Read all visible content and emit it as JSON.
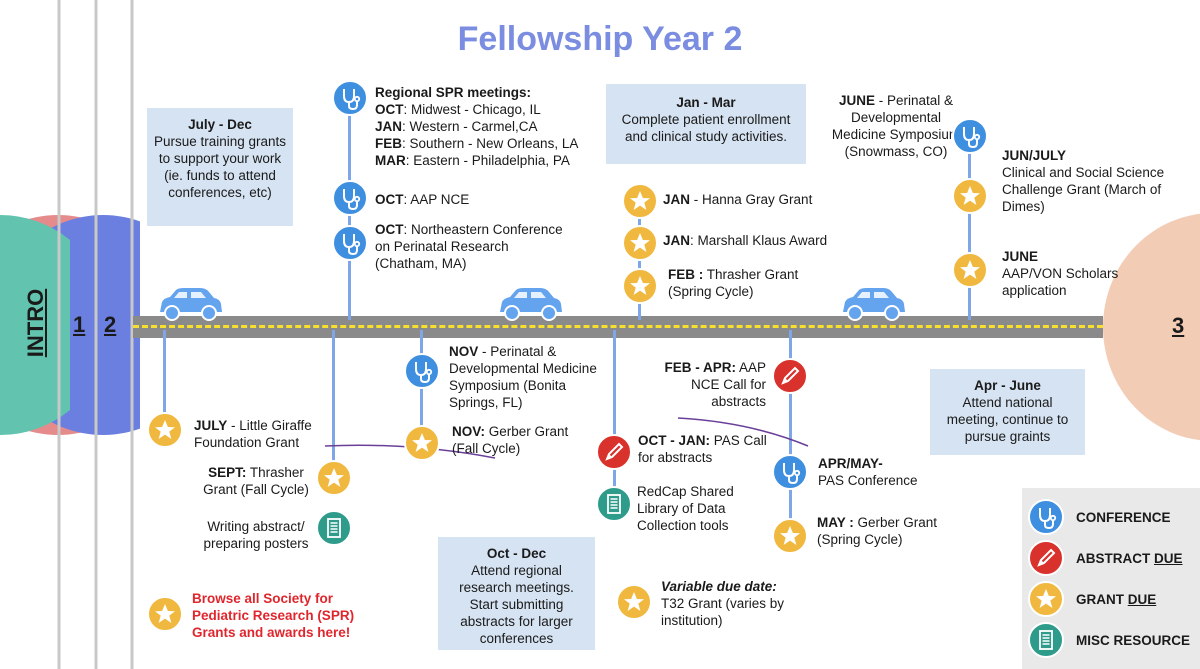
{
  "title": "Fellowship Year 2",
  "tabs": {
    "intro": "INTRO",
    "one": "1",
    "two": "2",
    "three": "3"
  },
  "colors": {
    "conference": "#3f8fe0",
    "abstract": "#d9312b",
    "grant": "#f0b83e",
    "misc": "#2f9c8b",
    "title": "#7b8de0",
    "box": "#d6e3f2"
  },
  "boxes": {
    "july_dec": {
      "head": "July - Dec",
      "text": "Pursue training grants to support your work (ie. funds to attend conferences, etc)"
    },
    "jan_mar": {
      "head": "Jan - Mar",
      "text": "Complete patient enrollment and clinical study activities."
    },
    "oct_dec": {
      "head": "Oct - Dec",
      "text": "Attend regional research meetings. Start submitting abstracts for larger conferences"
    },
    "apr_june": {
      "head": "Apr - June",
      "text": "Attend national meeting, continue to pursue graints"
    }
  },
  "events": {
    "spr_title": "Regional SPR meetings:",
    "spr": [
      {
        "m": "OCT",
        "t": ": Midwest - Chicago, IL"
      },
      {
        "m": "JAN",
        "t": ": Western - Carmel,CA"
      },
      {
        "m": "FEB",
        "t": ": Southern - New Orleans, LA"
      },
      {
        "m": "MAR",
        "t": ": Eastern - Philadelphia, PA"
      }
    ],
    "aap_nce": {
      "m": "OCT",
      "t": ": AAP NCE"
    },
    "northeastern": {
      "m": "OCT",
      "t": ": Northeastern Conference on Perinatal Research (Chatham, MA)"
    },
    "hanna": {
      "m": "JAN",
      "t": " - Hanna Gray Grant"
    },
    "marshall": {
      "m": "JAN",
      "t": ": Marshall Klaus Award"
    },
    "thrasher_spring": {
      "m": "FEB :",
      "t": " Thrasher Grant (Spring Cycle)"
    },
    "june_symp": {
      "m": "JUNE",
      "t": " - Perinatal & Developmental Medicine Symposium (Snowmass, CO)"
    },
    "jun_july": {
      "m": "JUN/JULY",
      "t": "Clinical and Social Science Challenge Grant (March of Dimes)"
    },
    "june_aap": {
      "m": "JUNE",
      "t": "AAP/VON Scholars application"
    },
    "giraffe": {
      "m": "JULY",
      "t": " - Little Giraffe Foundation Grant"
    },
    "thrasher_fall": {
      "m": "SEPT:",
      "t": " Thrasher Grant (Fall Cycle)"
    },
    "writing": "Writing abstract/ preparing posters",
    "nov_symp": {
      "m": "NOV",
      "t": " - Perinatal & Developmental Medicine Symposium (Bonita Springs, FL)"
    },
    "gerber_fall": {
      "m": "NOV:",
      "t": " Gerber Grant (Fall Cycle)"
    },
    "pas_call": {
      "m": "OCT - JAN:",
      "t": " PAS Call for abstracts"
    },
    "redcap": "RedCap Shared Library of Data Collection tools",
    "aap_call": {
      "m": "FEB - APR:",
      "t": " AAP NCE Call for abstracts"
    },
    "pas_conf": {
      "m": "APR/MAY-",
      "t": "PAS Conference"
    },
    "gerber_spring": {
      "m": "MAY :",
      "t": " Gerber Grant (Spring Cycle)"
    },
    "variable_head": "Variable due date:",
    "variable_text": "T32 Grant (varies by institution)",
    "browse": "Browse all Society for Pediatric Research (SPR) Grants and awards here!"
  },
  "legend": [
    {
      "icon": "stethoscope-icon",
      "label": "CONFERENCE",
      "u": ""
    },
    {
      "icon": "pencil-icon",
      "label": "ABSTRACT ",
      "u": "DUE"
    },
    {
      "icon": "star-icon",
      "label": "GRANT ",
      "u": "DUE"
    },
    {
      "icon": "document-icon",
      "label": "MISC RESOURCE",
      "u": ""
    }
  ]
}
